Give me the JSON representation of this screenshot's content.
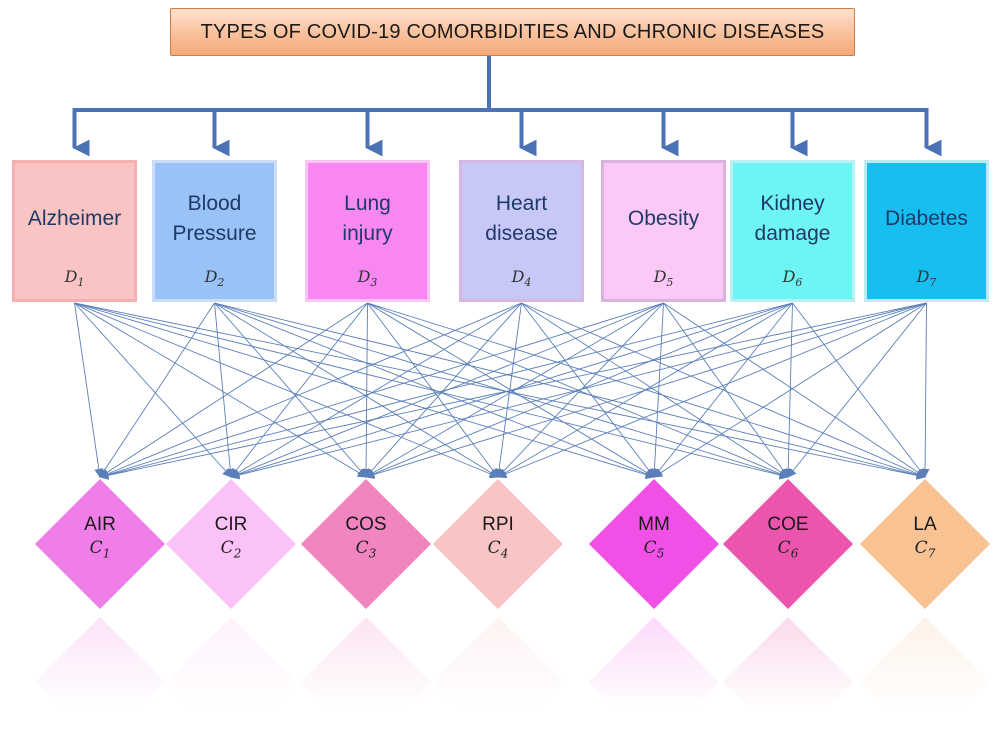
{
  "title": "TYPES  OF  COVID-19 COMORBIDITIES AND CHRONIC DISEASES",
  "diseases": [
    {
      "label": "Alzheimer",
      "sym": "D",
      "sub": "1",
      "fill": "#f9c4c4",
      "border": "#f4b0b0"
    },
    {
      "label": "Blood\nPressure",
      "sym": "D",
      "sub": "2",
      "fill": "#99c2f6",
      "border": "#c9ddf7"
    },
    {
      "label": "Lung\ninjury",
      "sym": "D",
      "sub": "3",
      "fill": "#f987f2",
      "border": "#f8c5f4"
    },
    {
      "label": "Heart\ndisease",
      "sym": "D",
      "sub": "4",
      "fill": "#c8c8f8",
      "border": "#d6b6e3"
    },
    {
      "label": "Obesity",
      "sym": "D",
      "sub": "5",
      "fill": "#fcc8f8",
      "border": "#d9b3e0"
    },
    {
      "label": "Kidney\ndamage",
      "sym": "D",
      "sub": "6",
      "fill": "#6ef4f4",
      "border": "#b8f0f4"
    },
    {
      "label": "Diabetes",
      "sym": "D",
      "sub": "7",
      "fill": "#16bff0",
      "border": "#bfeaf6"
    }
  ],
  "complications": [
    {
      "label": "AIR",
      "sym": "C",
      "sub": "1",
      "fill": "#f07ee8"
    },
    {
      "label": "CIR",
      "sym": "C",
      "sub": "2",
      "fill": "#fac2f6"
    },
    {
      "label": "COS",
      "sym": "C",
      "sub": "3",
      "fill": "#f185c0"
    },
    {
      "label": "RPI",
      "sym": "C",
      "sub": "4",
      "fill": "#f9c4c4"
    },
    {
      "label": "MM",
      "sym": "C",
      "sub": "5",
      "fill": "#f050e6"
    },
    {
      "label": "COE",
      "sym": "C",
      "sub": "6",
      "fill": "#ec55ad"
    },
    {
      "label": "LA",
      "sym": "C",
      "sub": "7",
      "fill": "#f8c292"
    }
  ],
  "colors": {
    "tree_arrow": "#4a72b4",
    "mesh_line": "#5b7fb8"
  }
}
